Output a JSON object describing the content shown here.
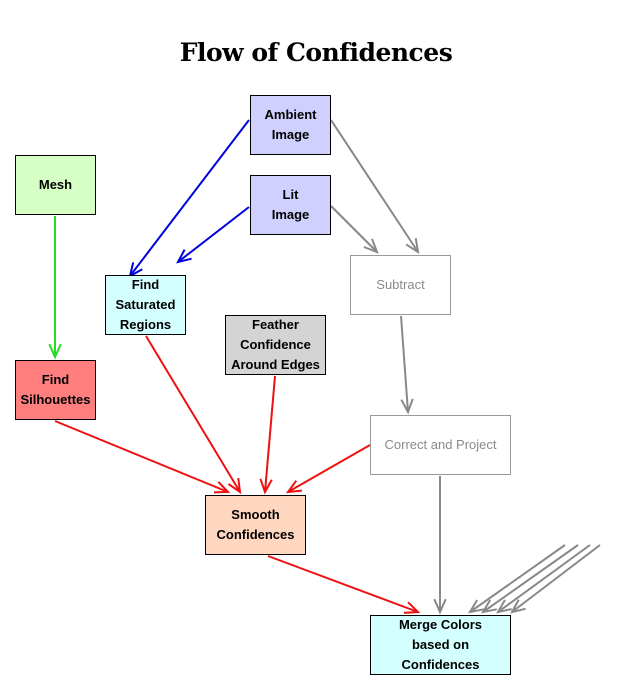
{
  "title": "Flow of Confidences",
  "colors": {
    "blue_edge": "#0000dd",
    "gray_edge": "#888888",
    "green_edge": "#22dd22",
    "red_edge": "#ee1111"
  },
  "nodes": {
    "ambient": {
      "label": "Ambient\nImage",
      "fill": "#d0d0ff"
    },
    "lit": {
      "label": "Lit\nImage",
      "fill": "#d0d0ff"
    },
    "mesh": {
      "label": "Mesh",
      "fill": "#d6ffc6"
    },
    "find_saturated": {
      "label": "Find\nSaturated\nRegions",
      "fill": "#d4ffff"
    },
    "feather": {
      "label": "Feather\nConfidence\nAround Edges",
      "fill": "#d4d4d4"
    },
    "subtract": {
      "label": "Subtract",
      "fill": "#ffffff"
    },
    "find_silhouettes": {
      "label": "Find\nSilhouettes",
      "fill": "#ff7f7f"
    },
    "correct_project": {
      "label": "Correct and Project",
      "fill": "#ffffff"
    },
    "smooth": {
      "label": "Smooth\nConfidences",
      "fill": "#ffd6c0"
    },
    "merge": {
      "label": "Merge Colors\nbased on\nConfidences",
      "fill": "#d4ffff"
    }
  },
  "edges": [
    {
      "from": "ambient",
      "to": "find_saturated",
      "color": "blue"
    },
    {
      "from": "lit",
      "to": "find_saturated",
      "color": "blue"
    },
    {
      "from": "ambient",
      "to": "subtract",
      "color": "gray"
    },
    {
      "from": "lit",
      "to": "subtract",
      "color": "gray"
    },
    {
      "from": "mesh",
      "to": "find_silhouettes",
      "color": "green"
    },
    {
      "from": "find_saturated",
      "to": "smooth",
      "color": "red"
    },
    {
      "from": "feather",
      "to": "smooth",
      "color": "red"
    },
    {
      "from": "find_silhouettes",
      "to": "smooth",
      "color": "red"
    },
    {
      "from": "correct_project",
      "to": "smooth",
      "color": "red"
    },
    {
      "from": "subtract",
      "to": "correct_project",
      "color": "gray"
    },
    {
      "from": "smooth",
      "to": "merge",
      "color": "red"
    },
    {
      "from": "correct_project",
      "to": "merge",
      "color": "gray"
    },
    {
      "from": "off-page",
      "to": "merge",
      "color": "gray"
    },
    {
      "from": "off-page",
      "to": "merge",
      "color": "gray"
    },
    {
      "from": "off-page",
      "to": "merge",
      "color": "gray"
    },
    {
      "from": "off-page",
      "to": "merge",
      "color": "gray"
    }
  ]
}
